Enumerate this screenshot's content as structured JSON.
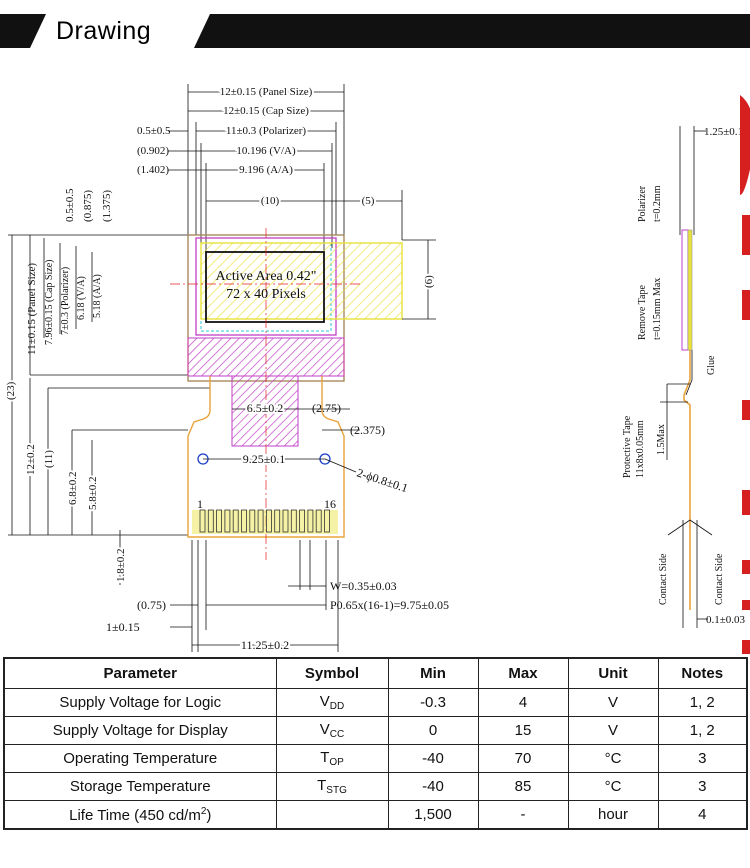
{
  "header": {
    "title": "Drawing"
  },
  "drawing": {
    "dims_top": [
      "12±0.15 (Panel Size)",
      "12±0.15 (Cap Size)",
      "0.5±0.5",
      "11±0.3 (Polarizer)",
      "(0.902)",
      "10.196 (V/A)",
      "(1.402)",
      "9.196 (A/A)",
      "(10)",
      "(5)"
    ],
    "dims_left": [
      "0.5±0.5",
      "(0.875)",
      "(1.375)",
      "11±0.15 (Panel Size)",
      "7.96±0.15 (Cap Size)",
      "7±0.3 (Polarizer)",
      "6.18 (V/A)",
      "5.18 (A/A)",
      "(23)",
      "12±0.2",
      "(11)",
      "6.8±0.2",
      "5.8±0.2",
      "1.8±0.2"
    ],
    "active_area": [
      "Active Area 0.42\"",
      "72 x 40 Pixels"
    ],
    "dim_6": "(6)",
    "fpc": {
      "width": "6.5±0.2",
      "offset": "(2.75)",
      "offset2": "(2.375)",
      "hole_pitch": "9.25±0.1",
      "holes": "2-ϕ0.8±0.1",
      "pin_first": "1",
      "pin_last": "16"
    },
    "dims_bottom": [
      "W=0.35±0.03",
      "(0.75)",
      "P0.65x(16-1)=9.75±0.05",
      "1±0.15",
      "11.25±0.2"
    ],
    "side": {
      "top_dim": "1.25±0.1",
      "polarizer": [
        "Polarizer",
        "t=0.2mm"
      ],
      "remove_tape": [
        "Remove Tape",
        "t=0.15mm Max"
      ],
      "glue": "Glue",
      "protective_tape": [
        "Protective Tape",
        "11x8x0.05mm"
      ],
      "max": "1.5Max",
      "contact1": "Contact Side",
      "contact2": "Contact Side",
      "bottom_dim": "0.1±0.03"
    }
  },
  "spec_table": {
    "headers": [
      "Parameter",
      "Symbol",
      "Min",
      "Max",
      "Unit",
      "Notes"
    ],
    "rows": [
      {
        "parameter": "Supply Voltage for Logic",
        "symbol_main": "V",
        "symbol_sub": "DD",
        "min": "-0.3",
        "max": "4",
        "unit": "V",
        "notes": "1, 2"
      },
      {
        "parameter": "Supply Voltage for Display",
        "symbol_main": "V",
        "symbol_sub": "CC",
        "min": "0",
        "max": "15",
        "unit": "V",
        "notes": "1, 2"
      },
      {
        "parameter": "Operating Temperature",
        "symbol_main": "T",
        "symbol_sub": "OP",
        "min": "-40",
        "max": "70",
        "unit": "°C",
        "notes": "3"
      },
      {
        "parameter": "Storage Temperature",
        "symbol_main": "T",
        "symbol_sub": "STG",
        "min": "-40",
        "max": "85",
        "unit": "°C",
        "notes": "3"
      },
      {
        "parameter_main": "Life Time (450 cd/m",
        "parameter_sup": "2",
        "parameter_end": ")",
        "symbol_main": "",
        "symbol_sub": "",
        "min": "1,500",
        "max": "-",
        "unit": "hour",
        "notes": "4"
      }
    ]
  },
  "colors": {
    "header_bar": "#111111",
    "panel_outline": "#e8a33c",
    "yellow": "#e8e23a",
    "magenta": "#c23fc8",
    "cyan": "#27c6d8",
    "red_centerline": "#e02020"
  }
}
